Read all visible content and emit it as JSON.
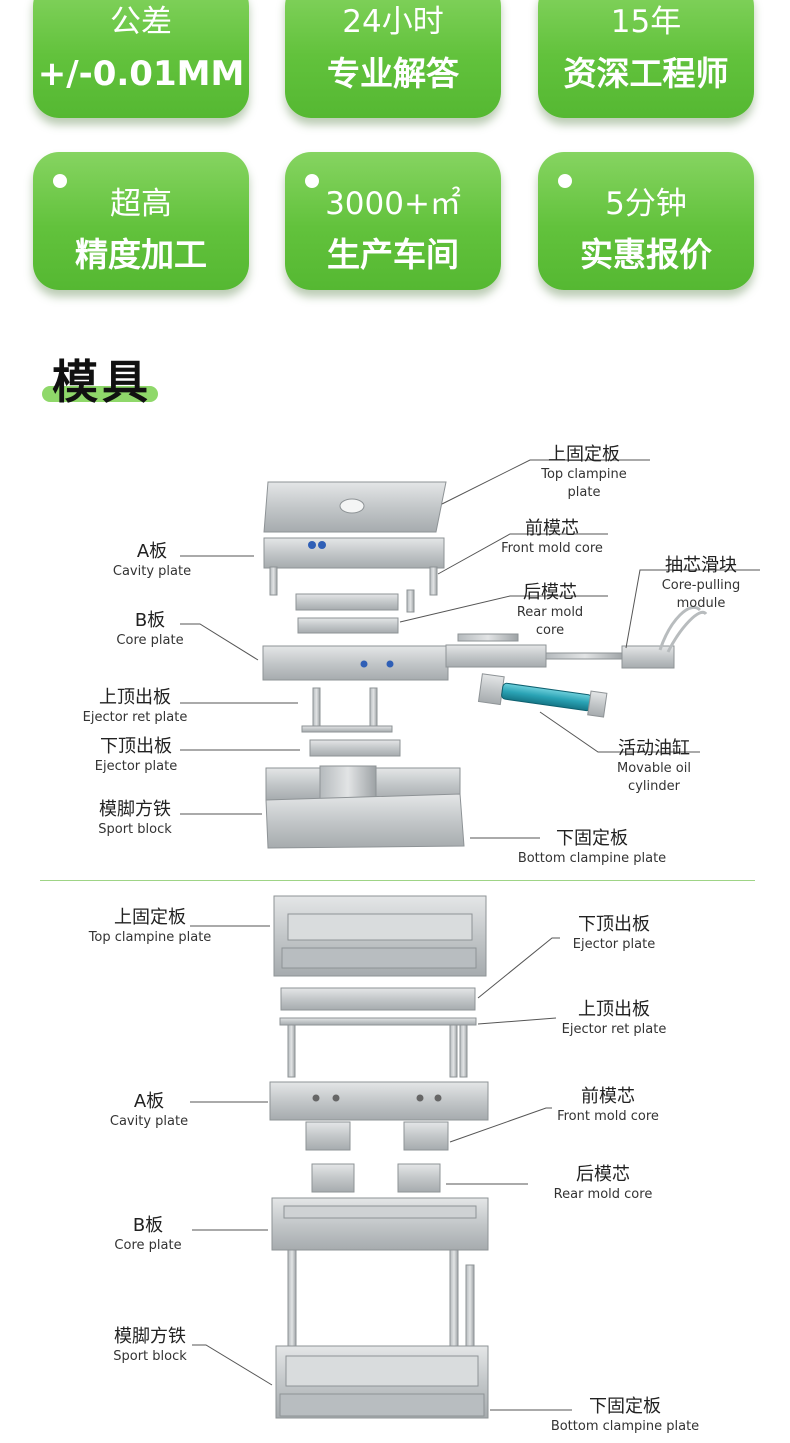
{
  "cards": [
    {
      "line1": "公差",
      "line2": "+/-0.01MM"
    },
    {
      "line1": "24小时",
      "line2": "专业解答"
    },
    {
      "line1": "15年",
      "line2": "资深工程师"
    },
    {
      "line1": "超高",
      "line2": "精度加工"
    },
    {
      "line1": "3000+㎡",
      "line2": "生产车间"
    },
    {
      "line1": "5分钟",
      "line2": "实惠报价"
    }
  ],
  "section_title": "模具",
  "diagram1": {
    "top_plate": {
      "cn": "上固定板",
      "en": "Top clampine plate"
    },
    "front_core": {
      "cn": "前模芯",
      "en": "Front mold core"
    },
    "rear_core": {
      "cn": "后模芯",
      "en": "Rear mold core"
    },
    "core_pulling": {
      "cn": "抽芯滑块",
      "en": "Core-pulling module"
    },
    "a_plate": {
      "cn": "A板",
      "en": "Cavity plate"
    },
    "b_plate": {
      "cn": "B板",
      "en": "Core plate"
    },
    "ejector_ret": {
      "cn": "上顶出板",
      "en": "Ejector ret plate"
    },
    "ejector": {
      "cn": "下顶出板",
      "en": "Ejector plate"
    },
    "oil_cylinder": {
      "cn": "活动油缸",
      "en": "Movable oil cylinder"
    },
    "sport_block": {
      "cn": "模脚方铁",
      "en": "Sport block"
    },
    "bottom_plate": {
      "cn": "下固定板",
      "en": "Bottom clampine plate"
    }
  },
  "diagram2": {
    "top_plate": {
      "cn": "上固定板",
      "en": "Top clampine plate"
    },
    "ejector": {
      "cn": "下顶出板",
      "en": "Ejector plate"
    },
    "ejector_ret": {
      "cn": "上顶出板",
      "en": "Ejector ret plate"
    },
    "a_plate": {
      "cn": "A板",
      "en": "Cavity plate"
    },
    "front_core": {
      "cn": "前模芯",
      "en": "Front mold core"
    },
    "rear_core": {
      "cn": "后模芯",
      "en": "Rear mold core"
    },
    "b_plate": {
      "cn": "B板",
      "en": "Core plate"
    },
    "sport_block": {
      "cn": "模脚方铁",
      "en": "Sport block"
    },
    "bottom_plate": {
      "cn": "下固定板",
      "en": "Bottom clampine plate"
    }
  },
  "colors": {
    "accent": "#62c23c",
    "highlight": "#8fd86a",
    "metal": "#c9ccce",
    "cylinder": "#2aa3b5"
  }
}
